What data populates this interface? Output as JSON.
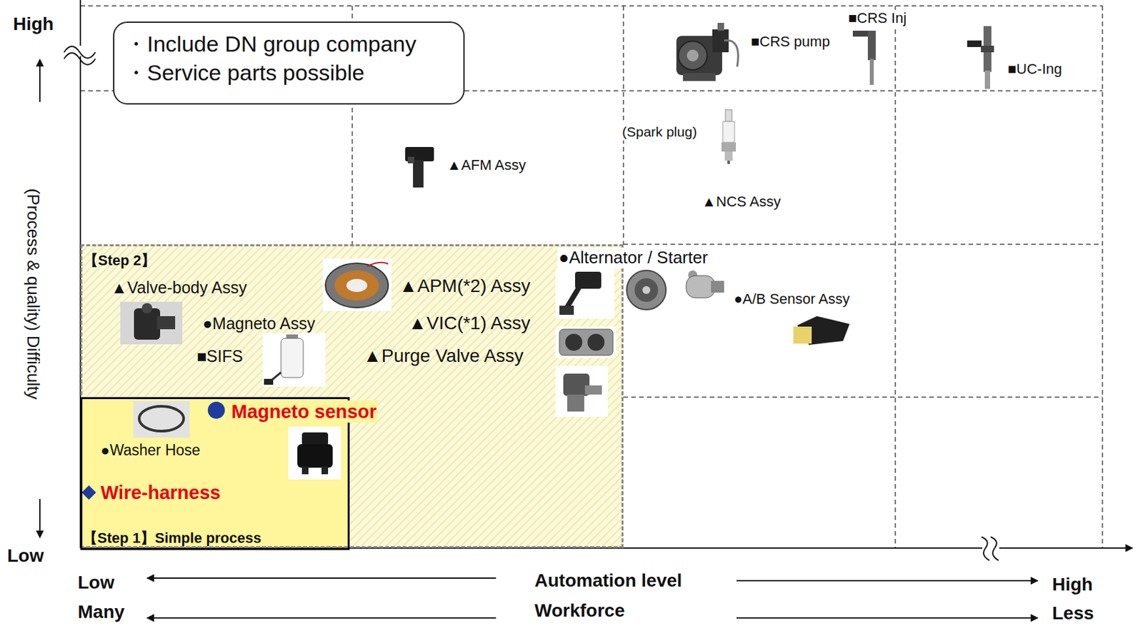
{
  "diagram": {
    "nodes": [
      {
        "text": [
          "・Include DN group company",
          "・Service parts possible"
        ]
      },
      {
        "text": [
          "【Step 2】"
        ]
      },
      {
        "text": [
          "【Step 1】Simple process"
        ],
        "in": 1
      }
    ],
    "labels": [
      "High",
      "■CRS Inj",
      "■CRS pump",
      "■UC-Ing",
      "(Spark plug)",
      "▲AFM Assy",
      "(Process & quality) Difficulty",
      "▲NCS Assy",
      "●Alternator / Starter",
      "▲APM(*2) Assy",
      "▲Valve-body Assy",
      "●A/B Sensor Assy",
      "●Magneto Assy",
      "▲VIC(*1) Assy",
      "■SIFS",
      "▲Purge Valve Assy",
      "Magneto sensor",
      "●Washer Hose",
      "Wire-harness",
      "Low",
      "Low",
      "Automation level",
      "High",
      "Many",
      "Workforce",
      "Less"
    ]
  }
}
